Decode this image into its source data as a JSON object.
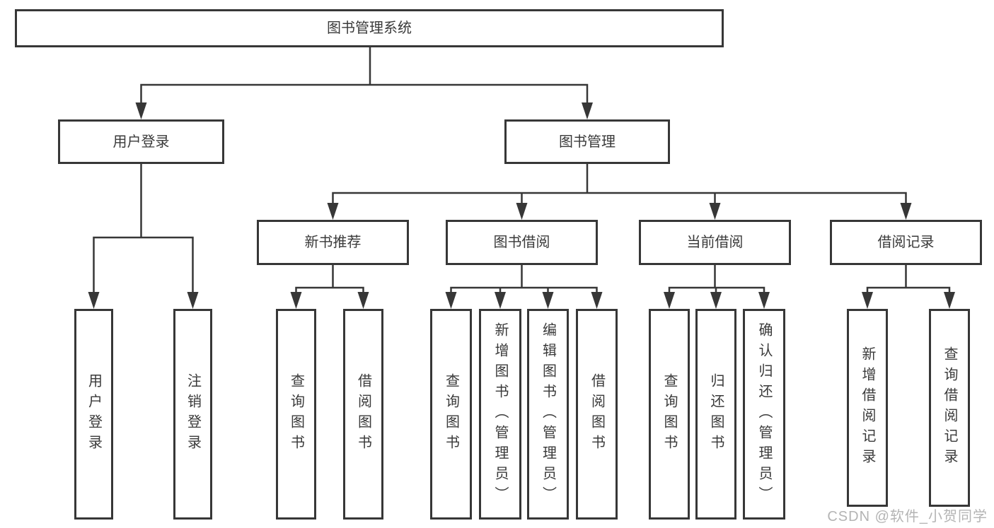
{
  "colors": {
    "line": "#373737",
    "text": "#3a3a3a",
    "background": "#ffffff",
    "watermark": "#b4b4b4"
  },
  "watermark": {
    "text": "CSDN @软件_小贺同学"
  },
  "diagram": {
    "root": {
      "label": "图书管理系统"
    },
    "level2": [
      {
        "label": "用户登录"
      },
      {
        "label": "图书管理"
      }
    ],
    "level3": [
      {
        "label": "新书推荐"
      },
      {
        "label": "图书借阅"
      },
      {
        "label": "当前借阅"
      },
      {
        "label": "借阅记录"
      }
    ],
    "leaves": {
      "user_login": [
        "用户登录",
        "注销登录"
      ],
      "new_book_recommend": [
        "查询图书",
        "借阅图书"
      ],
      "book_borrow": [
        "查询图书",
        "新增图书（管理员）",
        "编辑图书（管理员）",
        "借阅图书"
      ],
      "current_borrow": [
        "查询图书",
        "归还图书",
        "确认归还（管理员）"
      ],
      "borrow_record": [
        "新增借阅记录",
        "查询借阅记录"
      ]
    }
  }
}
